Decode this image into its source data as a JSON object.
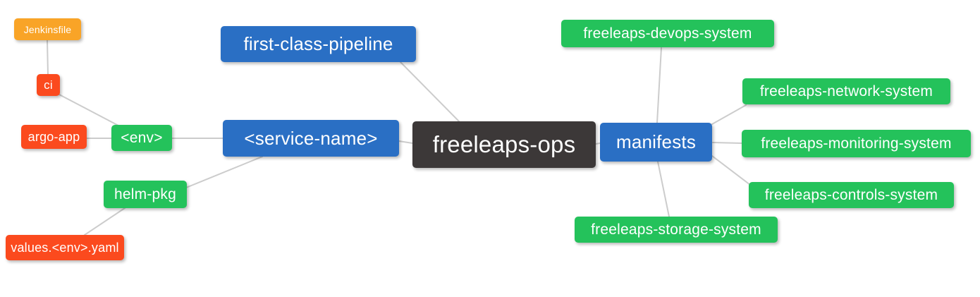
{
  "diagram": {
    "type": "mindmap",
    "root_label": "freeleaps-ops",
    "background_color": "#ffffff",
    "edge_color": "#cccccc",
    "palette": {
      "root": "#3C3838",
      "branch": "#2A6FC4",
      "leaf_green": "#24C25B",
      "leaf_orange": "#F9A427",
      "leaf_red": "#FB4A1E",
      "text": "#ffffff"
    },
    "nodes": [
      {
        "id": "freeleaps-ops",
        "label": "freeleaps-ops",
        "level": 0,
        "color_role": "root"
      },
      {
        "id": "first-class-pipeline",
        "label": "first-class-pipeline",
        "level": 1,
        "color_role": "branch"
      },
      {
        "id": "service-name",
        "label": "<service-name>",
        "level": 1,
        "color_role": "branch"
      },
      {
        "id": "manifests",
        "label": "manifests",
        "level": 1,
        "color_role": "branch"
      },
      {
        "id": "env",
        "label": "<env>",
        "level": 2,
        "color_role": "leaf_green"
      },
      {
        "id": "helm-pkg",
        "label": "helm-pkg",
        "level": 2,
        "color_role": "leaf_green"
      },
      {
        "id": "ci",
        "label": "ci",
        "level": 3,
        "color_role": "leaf_red"
      },
      {
        "id": "argo-app",
        "label": "argo-app",
        "level": 3,
        "color_role": "leaf_red"
      },
      {
        "id": "values-env-yaml",
        "label": "values.<env>.yaml",
        "level": 3,
        "color_role": "leaf_red"
      },
      {
        "id": "jenkinsfile",
        "label": "Jenkinsfile",
        "level": 4,
        "color_role": "leaf_orange"
      },
      {
        "id": "freeleaps-devops-system",
        "label": "freeleaps-devops-system",
        "level": 2,
        "color_role": "leaf_green"
      },
      {
        "id": "freeleaps-network-system",
        "label": "freeleaps-network-system",
        "level": 2,
        "color_role": "leaf_green"
      },
      {
        "id": "freeleaps-monitoring-system",
        "label": "freeleaps-monitoring-system",
        "level": 2,
        "color_role": "leaf_green"
      },
      {
        "id": "freeleaps-controls-system",
        "label": "freeleaps-controls-system",
        "level": 2,
        "color_role": "leaf_green"
      },
      {
        "id": "freeleaps-storage-system",
        "label": "freeleaps-storage-system",
        "level": 2,
        "color_role": "leaf_green"
      }
    ],
    "edges": [
      {
        "from": "jenkinsfile",
        "to": "ci"
      },
      {
        "from": "ci",
        "to": "env"
      },
      {
        "from": "argo-app",
        "to": "env"
      },
      {
        "from": "env",
        "to": "service-name"
      },
      {
        "from": "service-name",
        "to": "freeleaps-ops"
      },
      {
        "from": "service-name",
        "to": "helm-pkg"
      },
      {
        "from": "helm-pkg",
        "to": "values-env-yaml"
      },
      {
        "from": "first-class-pipeline",
        "to": "freeleaps-ops"
      },
      {
        "from": "freeleaps-ops",
        "to": "manifests"
      },
      {
        "from": "manifests",
        "to": "freeleaps-devops-system"
      },
      {
        "from": "manifests",
        "to": "freeleaps-network-system"
      },
      {
        "from": "manifests",
        "to": "freeleaps-monitoring-system"
      },
      {
        "from": "manifests",
        "to": "freeleaps-controls-system"
      },
      {
        "from": "manifests",
        "to": "freeleaps-storage-system"
      }
    ]
  }
}
